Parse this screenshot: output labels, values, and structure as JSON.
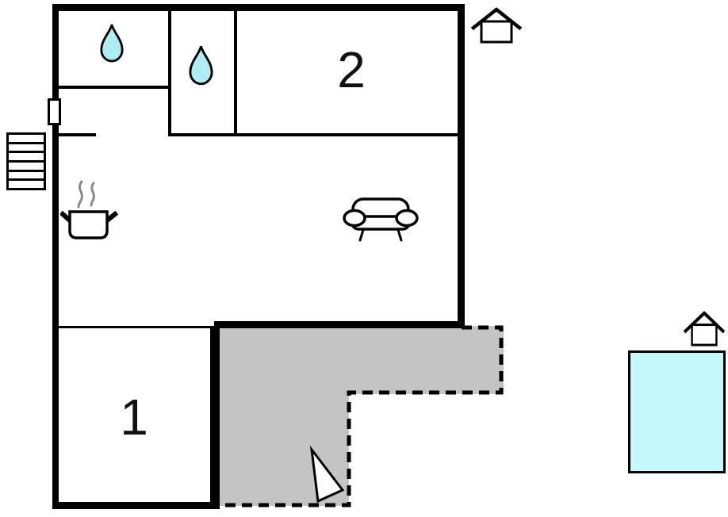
{
  "scene": {
    "type": "floor-plan",
    "background": "#ffffff"
  },
  "rooms": [
    {
      "id": "room-1",
      "label": "1"
    },
    {
      "id": "room-2",
      "label": "2"
    }
  ],
  "icons": {
    "bathroom_1": "water-drop",
    "bathroom_2": "water-drop",
    "kitchen": "cooking-pot-with-steam",
    "living_area": "sofa",
    "outside_left": "staircase",
    "left_wall": "entrance-door-marker",
    "top_right": "house-orientation-top-half-filled",
    "above_pool": "house-orientation-bottom-half-filled",
    "terrace": "direction-triangle-arrow"
  },
  "areas": {
    "terrace": "gray-dashed-outdoor-area",
    "pool": "cyan-water-area"
  },
  "colors": {
    "background": "#ffffff",
    "wall": "#000000",
    "label": "#111111",
    "water_drop": "#aeeef2",
    "pool": "#c5f8fa",
    "terrace": "#c4c4c4",
    "steam": "#8a8a8a"
  }
}
